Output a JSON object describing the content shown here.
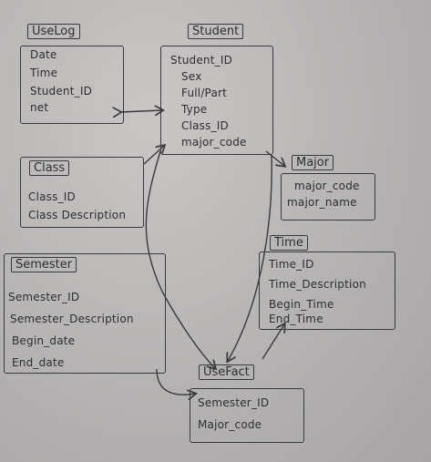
{
  "entities": {
    "uselog": {
      "name": "UseLog",
      "attributes": [
        "Date",
        "Time",
        "Student_ID",
        "net"
      ]
    },
    "student": {
      "name": "Student",
      "attributes": [
        "Student_ID",
        "Sex",
        "Full/Part",
        "Type",
        "Class_ID",
        "major_code"
      ]
    },
    "major": {
      "name": "Major",
      "attributes": [
        "major_code",
        "major_name"
      ]
    },
    "class": {
      "name": "Class",
      "attributes": [
        "Class_ID",
        "Class Description"
      ]
    },
    "time": {
      "name": "Time",
      "attributes": [
        "Time_ID",
        "Time_Description",
        "Begin_Time",
        "End_Time"
      ]
    },
    "semester": {
      "name": "Semester",
      "attributes": [
        "Semester_ID",
        "Semester_Description",
        "Begin_date",
        "End_date"
      ]
    },
    "usefact": {
      "name": "UseFact",
      "attributes": [
        "Semester_ID",
        "Major_code"
      ]
    }
  }
}
